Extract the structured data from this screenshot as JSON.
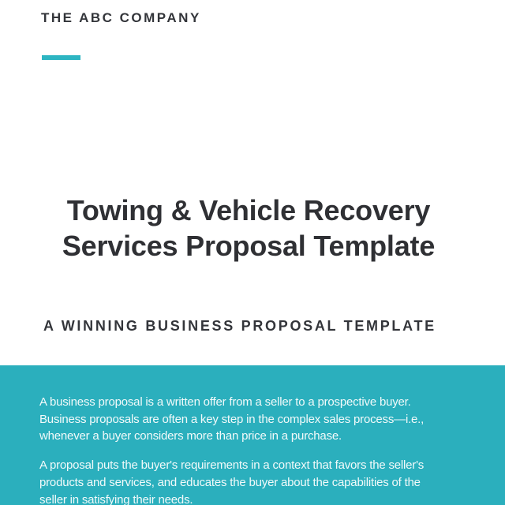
{
  "header": {
    "company_name": "THE ABC COMPANY"
  },
  "title": {
    "lines": [
      "Towing & Vehicle Recovery",
      "Services Proposal Template"
    ]
  },
  "subtitle": "A WINNING BUSINESS PROPOSAL TEMPLATE",
  "intro": {
    "paragraphs": [
      {
        "lines": [
          "A business proposal is a written offer from a seller to a prospective buyer.",
          "Business proposals are often a key step in the complex sales process—i.e.,",
          "whenever a buyer considers more than price in a purchase."
        ]
      },
      {
        "lines": [
          "A proposal puts the buyer's requirements in a context that favors the seller's",
          "products and services, and educates the buyer about the capabilities of the",
          "seller in satisfying their needs."
        ]
      }
    ]
  },
  "colors": {
    "accent_teal": "#2DB5C2",
    "footer_teal": "#2BAFBD",
    "heading_dark": "#33353A",
    "title_dark": "#2F3034",
    "body_text_on_teal": "#F2FAFA",
    "page_background": "#FFFFFF"
  }
}
